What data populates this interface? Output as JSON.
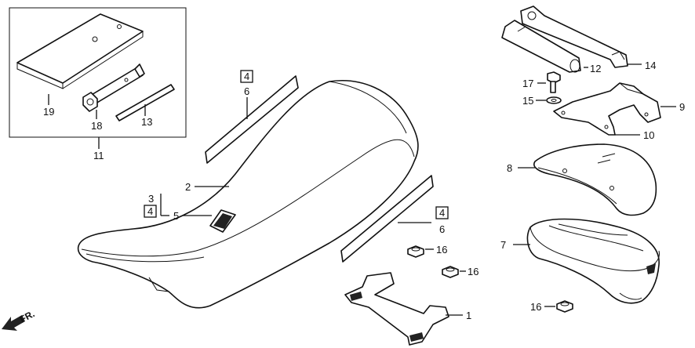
{
  "callouts": [
    {
      "id": "c19",
      "text": "19"
    },
    {
      "id": "c18",
      "text": "18"
    },
    {
      "id": "c13",
      "text": "13"
    },
    {
      "id": "c11",
      "text": "11"
    },
    {
      "id": "c6a",
      "text": "6"
    },
    {
      "id": "c4a",
      "text": "4"
    },
    {
      "id": "c2",
      "text": "2"
    },
    {
      "id": "c3",
      "text": "3"
    },
    {
      "id": "c4b",
      "text": "4"
    },
    {
      "id": "c5",
      "text": "5"
    },
    {
      "id": "c4c",
      "text": "4"
    },
    {
      "id": "c6b",
      "text": "6"
    },
    {
      "id": "c16a",
      "text": "16"
    },
    {
      "id": "c16b",
      "text": "16"
    },
    {
      "id": "c1",
      "text": "1"
    },
    {
      "id": "c14",
      "text": "14"
    },
    {
      "id": "c12",
      "text": "12"
    },
    {
      "id": "c17",
      "text": "17"
    },
    {
      "id": "c15",
      "text": "15"
    },
    {
      "id": "c9",
      "text": "9"
    },
    {
      "id": "c10",
      "text": "10"
    },
    {
      "id": "c8",
      "text": "8"
    },
    {
      "id": "c7",
      "text": "7"
    },
    {
      "id": "c16c",
      "text": "16"
    }
  ],
  "front_marker": "FR."
}
